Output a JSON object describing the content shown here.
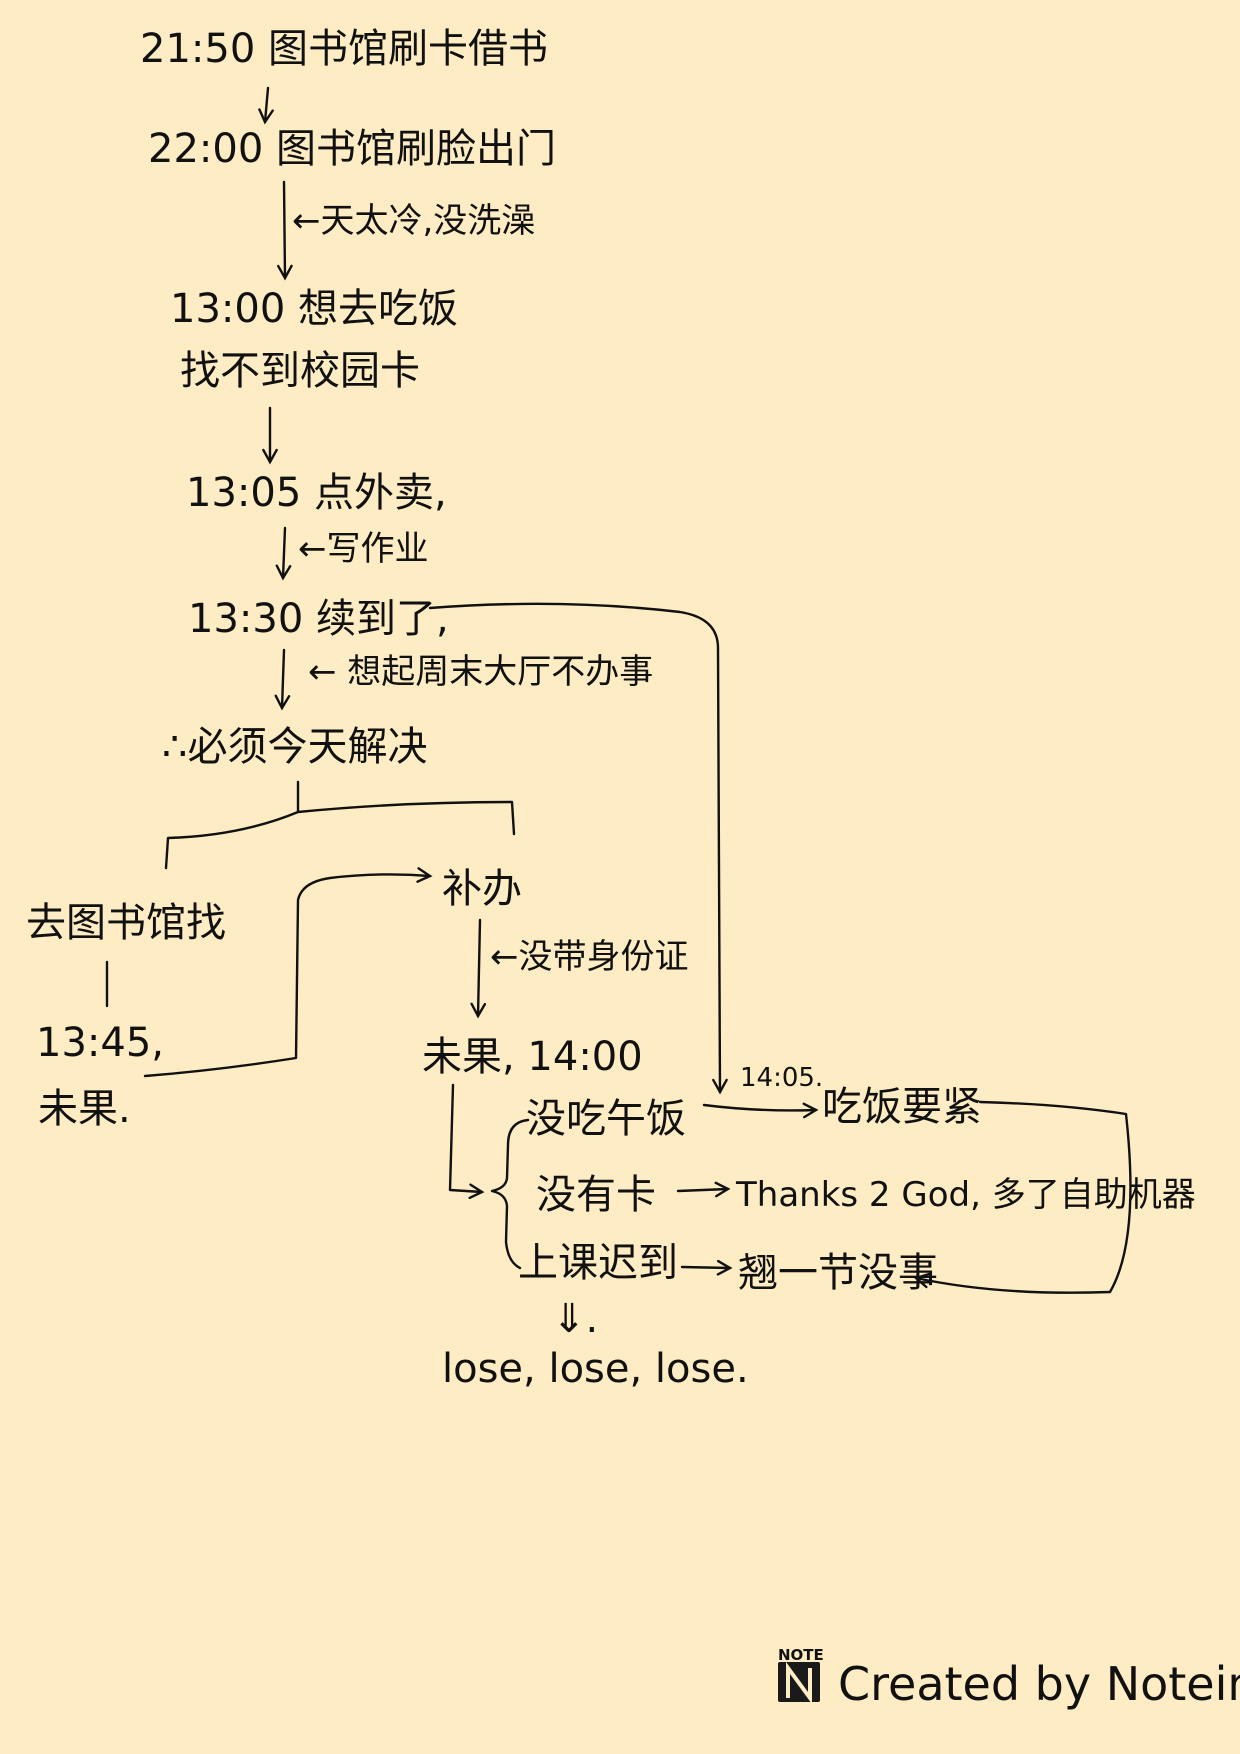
{
  "nodes": {
    "n2150": "21:50  图书馆刷卡借书",
    "n2200": "22:00  图书馆刷脸出门",
    "note_cold": "←天太冷,没洗澡",
    "n1300": "13:00  想去吃饭",
    "n1300_sub": "找不到校园卡",
    "n1305": "13:05  点外卖,",
    "note_homework": "←写作业",
    "n1330": "13:30 续到了,",
    "note_weekend": "← 想起周末大厅不办事",
    "must_today": "∴必须今天解决",
    "go_library": "去图书馆找",
    "t1345": "13:45,",
    "not_found_left": "未果.",
    "reissue": "补办",
    "note_no_id": "←没带身份证",
    "not_found_1400": "未果, 14:00",
    "t1405": "14:05.",
    "eat_first": "吃饭要紧",
    "no_lunch": "没吃午饭",
    "no_card": "没有卡",
    "thanks": "Thanks 2 God, 多了自助机器",
    "late_class": "上课迟到",
    "skip_class": "翘一节没事",
    "down_arrow": "⇓.",
    "lose": "lose, lose, lose."
  },
  "brand": {
    "note_label": "NOTE",
    "created_by": "Created by Notein"
  }
}
